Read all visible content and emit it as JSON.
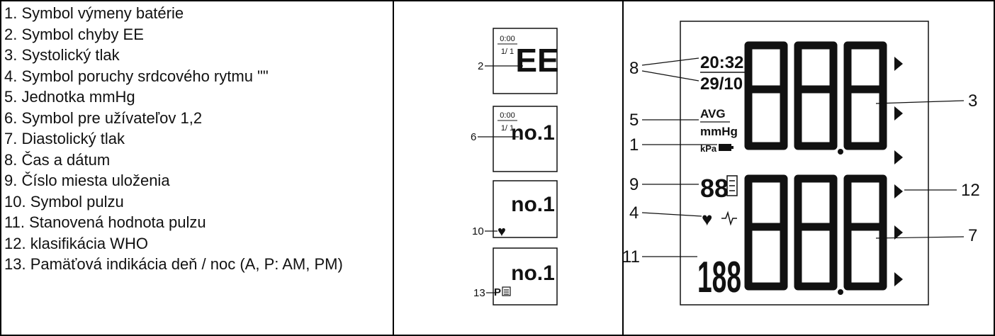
{
  "legend": {
    "items": [
      "1. Symbol výmeny batérie",
      "2. Symbol chyby EE",
      "3. Systolický tlak",
      "4. Symbol poruchy srdcového rytmu \"\"",
      "5. Jednotka mmHg",
      "6. Symbol pre užívateľov 1,2",
      "7. Diastolický tlak",
      "8. Čas a dátum",
      "9. Číslo miesta uloženia",
      "10. Symbol pulzu",
      "11. Stanovená hodnota pulzu",
      "12. klasifikácia WHO",
      "13. Pamäťová indikácia deň / noc (A, P: AM, PM)"
    ]
  },
  "small_displays": {
    "d1": {
      "callout": "2",
      "time": "0:00",
      "date": "1/ 1",
      "code": "EE"
    },
    "d2": {
      "callout": "6",
      "time": "0:00",
      "date": "1/ 1",
      "user": "no.1"
    },
    "d3": {
      "callout": "10",
      "user": "no.1",
      "heart": "♥"
    },
    "d4": {
      "callout": "13",
      "user": "no.1",
      "ampm": "P"
    }
  },
  "big_display": {
    "time": "20:32",
    "date": "29/10",
    "avg": "AVG",
    "unit": "mmHg",
    "kpa": "kPa",
    "memory": "88",
    "pulse": "188",
    "callouts": {
      "c1": "1",
      "c3": "3",
      "c4": "4",
      "c5": "5",
      "c7": "7",
      "c8": "8",
      "c9": "9",
      "c11": "11",
      "c12": "12"
    }
  },
  "colors": {
    "ink": "#111111",
    "rule": "#000000"
  }
}
